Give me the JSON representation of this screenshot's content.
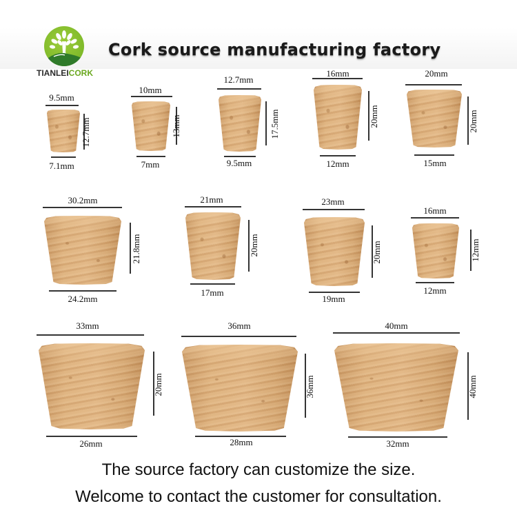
{
  "brand": {
    "logo_icon": "tree-in-circle-icon",
    "name_part1": "TIANLEI",
    "name_part2": "CORK",
    "accent_color": "#7fba2a"
  },
  "title": "Cork source manufacturing factory",
  "corks": [
    {
      "top": "9.5mm",
      "bottom": "7.1mm",
      "height": "12.7mm"
    },
    {
      "top": "10mm",
      "bottom": "7mm",
      "height": "13mm"
    },
    {
      "top": "12.7mm",
      "bottom": "9.5mm",
      "height": "17.5mm"
    },
    {
      "top": "16mm",
      "bottom": "12mm",
      "height": "20mm"
    },
    {
      "top": "20mm",
      "bottom": "15mm",
      "height": "20mm"
    },
    {
      "top": "30.2mm",
      "bottom": "24.2mm",
      "height": "21.8mm"
    },
    {
      "top": "21mm",
      "bottom": "17mm",
      "height": "20mm"
    },
    {
      "top": "23mm",
      "bottom": "19mm",
      "height": "20mm"
    },
    {
      "top": "16mm",
      "bottom": "12mm",
      "height": "12mm"
    },
    {
      "top": "33mm",
      "bottom": "26mm",
      "height": "20mm"
    },
    {
      "top": "36mm",
      "bottom": "28mm",
      "height": "36mm"
    },
    {
      "top": "40mm",
      "bottom": "32mm",
      "height": "40mm"
    }
  ],
  "footer": {
    "line1": "The source factory can customize the size.",
    "line2": "Welcome to contact the customer for consultation."
  }
}
